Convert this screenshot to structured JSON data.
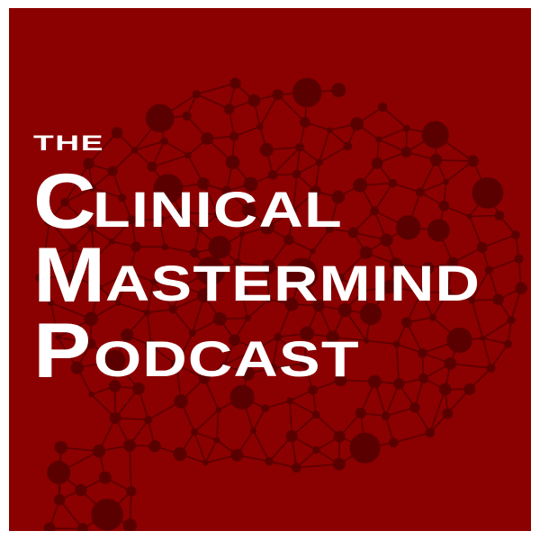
{
  "title": {
    "the": "THE",
    "line1": {
      "initial": "C",
      "rest": "LINICAL"
    },
    "line2": {
      "initial": "M",
      "rest": "ASTERMIND"
    },
    "line3": {
      "initial": "P",
      "rest": "ODCAST"
    }
  },
  "colors": {
    "background": "#8b0000",
    "network": "#5a0000",
    "text": "#ffffff"
  }
}
